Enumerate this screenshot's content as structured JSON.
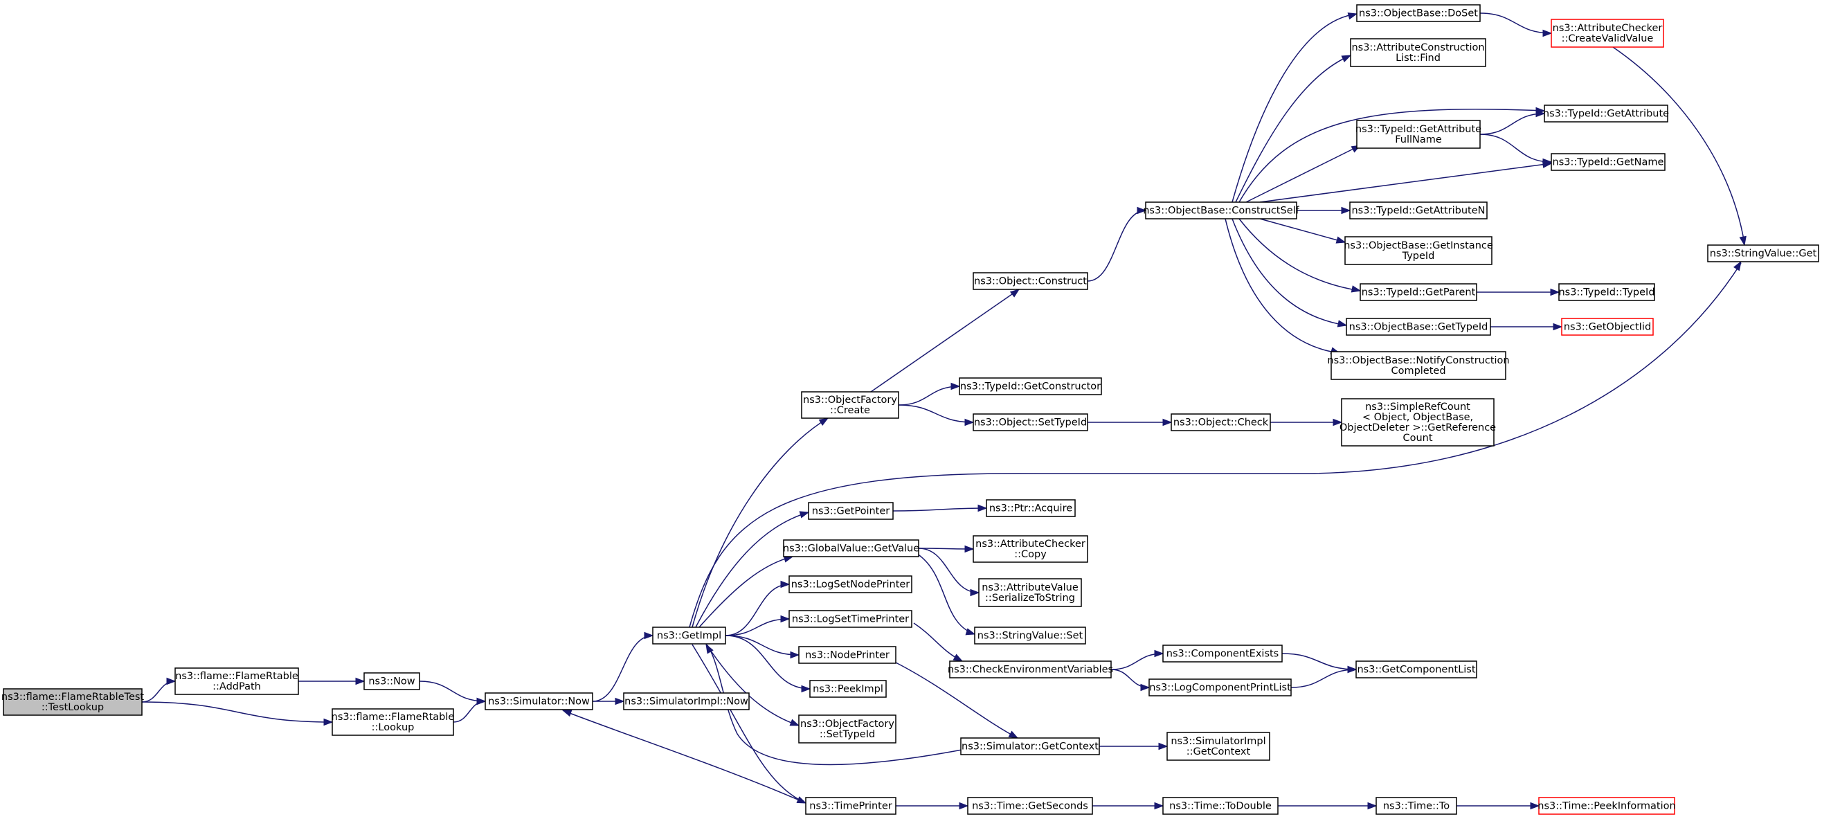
{
  "diagram": {
    "colors": {
      "edge": "#191970",
      "node_border": "#000000",
      "node_fill": "#ffffff",
      "root_fill": "#bfbfbf",
      "truncated_border": "#ff0000"
    },
    "nodes": [
      {
        "id": "testlookup",
        "lines": [
          "ns3::flame::FlameRtableTest",
          "::TestLookup"
        ],
        "style": "root"
      },
      {
        "id": "addpath",
        "lines": [
          "ns3::flame::FlameRtable",
          "::AddPath"
        ]
      },
      {
        "id": "now",
        "lines": [
          "ns3::Now"
        ]
      },
      {
        "id": "lookup",
        "lines": [
          "ns3::flame::FlameRtable",
          "::Lookup"
        ]
      },
      {
        "id": "simnow",
        "lines": [
          "ns3::Simulator::Now"
        ]
      },
      {
        "id": "simimplnow",
        "lines": [
          "ns3::SimulatorImpl::Now"
        ]
      },
      {
        "id": "getimpl",
        "lines": [
          "ns3::GetImpl"
        ]
      },
      {
        "id": "ofcreate",
        "lines": [
          "ns3::ObjectFactory",
          "::Create"
        ]
      },
      {
        "id": "getpointer",
        "lines": [
          "ns3::GetPointer"
        ]
      },
      {
        "id": "gvgetvalue",
        "lines": [
          "ns3::GlobalValue::GetValue"
        ]
      },
      {
        "id": "logsetnode",
        "lines": [
          "ns3::LogSetNodePrinter"
        ]
      },
      {
        "id": "logsettime",
        "lines": [
          "ns3::LogSetTimePrinter"
        ]
      },
      {
        "id": "nodeprinter",
        "lines": [
          "ns3::NodePrinter"
        ]
      },
      {
        "id": "peekimpl",
        "lines": [
          "ns3::PeekImpl"
        ]
      },
      {
        "id": "ofsettypeid",
        "lines": [
          "ns3::ObjectFactory",
          "::SetTypeId"
        ]
      },
      {
        "id": "timeprinter",
        "lines": [
          "ns3::TimePrinter"
        ]
      },
      {
        "id": "objconstruct",
        "lines": [
          "ns3::Object::Construct"
        ]
      },
      {
        "id": "tidgetctor",
        "lines": [
          "ns3::TypeId::GetConstructor"
        ]
      },
      {
        "id": "objsettypeid",
        "lines": [
          "ns3::Object::SetTypeId"
        ]
      },
      {
        "id": "ptracquire",
        "lines": [
          "ns3::Ptr::Acquire"
        ]
      },
      {
        "id": "accopy",
        "lines": [
          "ns3::AttributeChecker",
          "::Copy"
        ]
      },
      {
        "id": "avser",
        "lines": [
          "ns3::AttributeValue",
          "::SerializeToString"
        ]
      },
      {
        "id": "svset",
        "lines": [
          "ns3::StringValue::Set"
        ]
      },
      {
        "id": "checkenv",
        "lines": [
          "ns3::CheckEnvironmentVariables"
        ]
      },
      {
        "id": "simgetctx",
        "lines": [
          "ns3::Simulator::GetContext"
        ]
      },
      {
        "id": "timegetsec",
        "lines": [
          "ns3::Time::GetSeconds"
        ]
      },
      {
        "id": "objcheck",
        "lines": [
          "ns3::Object::Check"
        ]
      },
      {
        "id": "compexists",
        "lines": [
          "ns3::ComponentExists"
        ]
      },
      {
        "id": "logcompprint",
        "lines": [
          "ns3::LogComponentPrintList"
        ]
      },
      {
        "id": "simimplctx",
        "lines": [
          "ns3::SimulatorImpl",
          "::GetContext"
        ]
      },
      {
        "id": "timetodouble",
        "lines": [
          "ns3::Time::ToDouble"
        ]
      },
      {
        "id": "srcgetref",
        "lines": [
          "ns3::SimpleRefCount",
          "< Object, ObjectBase,",
          "ObjectDeleter >::GetReference",
          "Count"
        ]
      },
      {
        "id": "getcomplist",
        "lines": [
          "ns3::GetComponentList"
        ]
      },
      {
        "id": "timeto",
        "lines": [
          "ns3::Time::To"
        ]
      },
      {
        "id": "timepeek",
        "lines": [
          "ns3::Time::PeekInformation"
        ],
        "style": "red"
      },
      {
        "id": "obconstructself",
        "lines": [
          "ns3::ObjectBase::ConstructSelf"
        ]
      },
      {
        "id": "obdoset",
        "lines": [
          "ns3::ObjectBase::DoSet"
        ]
      },
      {
        "id": "aclfind",
        "lines": [
          "ns3::AttributeConstruction",
          "List::Find"
        ]
      },
      {
        "id": "tidgetattrfull",
        "lines": [
          "ns3::TypeId::GetAttribute",
          "FullName"
        ]
      },
      {
        "id": "tidgetattrn",
        "lines": [
          "ns3::TypeId::GetAttributeN"
        ]
      },
      {
        "id": "obgetinst",
        "lines": [
          "ns3::ObjectBase::GetInstance",
          "TypeId"
        ]
      },
      {
        "id": "tidgetparent",
        "lines": [
          "ns3::TypeId::GetParent"
        ]
      },
      {
        "id": "obgettypeid",
        "lines": [
          "ns3::ObjectBase::GetTypeId"
        ]
      },
      {
        "id": "obnotify",
        "lines": [
          "ns3::ObjectBase::NotifyConstruction",
          "Completed"
        ]
      },
      {
        "id": "accreate",
        "lines": [
          "ns3::AttributeChecker",
          "::CreateValidValue"
        ],
        "style": "red"
      },
      {
        "id": "tidgetattr",
        "lines": [
          "ns3::TypeId::GetAttribute"
        ]
      },
      {
        "id": "tidgetname",
        "lines": [
          "ns3::TypeId::GetName"
        ]
      },
      {
        "id": "tidtypeid",
        "lines": [
          "ns3::TypeId::TypeId"
        ]
      },
      {
        "id": "getobjectiid",
        "lines": [
          "ns3::GetObjectIid"
        ],
        "style": "red"
      },
      {
        "id": "svget",
        "lines": [
          "ns3::StringValue::Get"
        ]
      }
    ],
    "edges": [
      [
        "testlookup",
        "addpath"
      ],
      [
        "testlookup",
        "lookup"
      ],
      [
        "addpath",
        "now"
      ],
      [
        "now",
        "simnow"
      ],
      [
        "lookup",
        "simnow"
      ],
      [
        "simnow",
        "simimplnow"
      ],
      [
        "simnow",
        "getimpl"
      ],
      [
        "getimpl",
        "ofcreate"
      ],
      [
        "getimpl",
        "getpointer"
      ],
      [
        "getimpl",
        "gvgetvalue"
      ],
      [
        "getimpl",
        "logsetnode"
      ],
      [
        "getimpl",
        "logsettime"
      ],
      [
        "getimpl",
        "nodeprinter"
      ],
      [
        "getimpl",
        "peekimpl"
      ],
      [
        "getimpl",
        "ofsettypeid"
      ],
      [
        "getimpl",
        "timeprinter"
      ],
      [
        "getimpl",
        "svget"
      ],
      [
        "ofcreate",
        "objconstruct"
      ],
      [
        "ofcreate",
        "tidgetctor"
      ],
      [
        "ofcreate",
        "objsettypeid"
      ],
      [
        "getpointer",
        "ptracquire"
      ],
      [
        "gvgetvalue",
        "accopy"
      ],
      [
        "gvgetvalue",
        "avser"
      ],
      [
        "gvgetvalue",
        "svset"
      ],
      [
        "logsettime",
        "checkenv"
      ],
      [
        "nodeprinter",
        "simgetctx"
      ],
      [
        "simgetctx",
        "getimpl"
      ],
      [
        "simgetctx",
        "simimplctx"
      ],
      [
        "timeprinter",
        "simnow"
      ],
      [
        "timeprinter",
        "timegetsec"
      ],
      [
        "objsettypeid",
        "objcheck"
      ],
      [
        "objcheck",
        "srcgetref"
      ],
      [
        "checkenv",
        "compexists"
      ],
      [
        "checkenv",
        "logcompprint"
      ],
      [
        "compexists",
        "getcomplist"
      ],
      [
        "logcompprint",
        "getcomplist"
      ],
      [
        "timegetsec",
        "timetodouble"
      ],
      [
        "timetodouble",
        "timeto"
      ],
      [
        "timeto",
        "timepeek"
      ],
      [
        "objconstruct",
        "obconstructself"
      ],
      [
        "obconstructself",
        "obdoset"
      ],
      [
        "obconstructself",
        "aclfind"
      ],
      [
        "obconstructself",
        "tidgetattr"
      ],
      [
        "obconstructself",
        "tidgetattrfull"
      ],
      [
        "obconstructself",
        "tidgetname"
      ],
      [
        "obconstructself",
        "tidgetattrn"
      ],
      [
        "obconstructself",
        "obgetinst"
      ],
      [
        "obconstructself",
        "tidgetparent"
      ],
      [
        "obconstructself",
        "obgettypeid"
      ],
      [
        "obconstructself",
        "obnotify"
      ],
      [
        "obdoset",
        "accreate"
      ],
      [
        "accreate",
        "svget"
      ],
      [
        "tidgetattrfull",
        "tidgetattr"
      ],
      [
        "tidgetattrfull",
        "tidgetname"
      ],
      [
        "tidgetparent",
        "tidtypeid"
      ],
      [
        "obgettypeid",
        "getobjectiid"
      ]
    ]
  }
}
